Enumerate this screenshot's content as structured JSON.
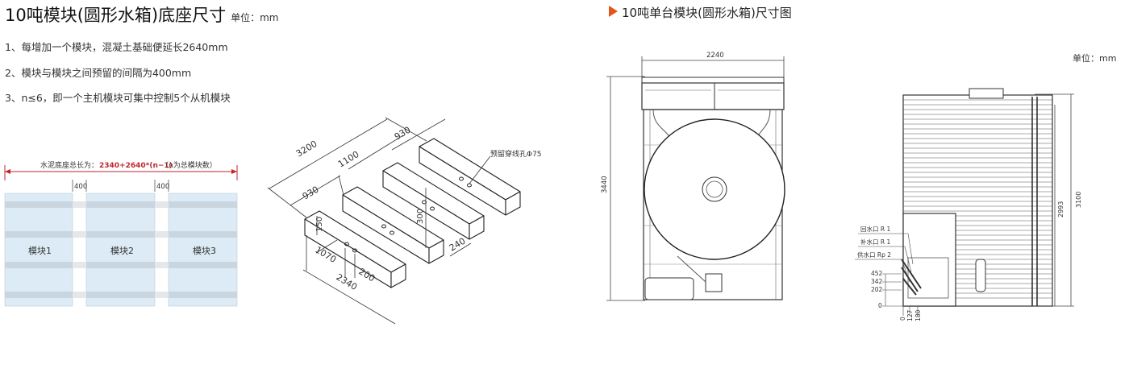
{
  "left": {
    "title": "10吨模块(圆形水箱)底座尺寸",
    "unit": "单位：mm",
    "notes": [
      "1、每增加一个模块，混凝土基础便延长2640mm",
      "2、模块与模块之间预留的间隔为400mm",
      "3、n≤6，即一个主机模块可集中控制5个从机模块"
    ],
    "foundation_label": "水泥底座总长为：",
    "foundation_formula": "2340+2640*(n−1)",
    "foundation_note": "（n为总模块数）",
    "gap_labels": [
      "400",
      "400"
    ],
    "modules": [
      "模块1",
      "模块2",
      "模块3"
    ],
    "iso_dims": {
      "d3200": "3200",
      "d930a": "930",
      "d930b": "930",
      "d1100": "1100",
      "d150": "150",
      "d300": "300",
      "d240": "240",
      "d1070": "1070",
      "d200": "200",
      "d2340": "2340",
      "hole": "预留穿线孔Φ75"
    }
  },
  "right": {
    "title": "10吨单台模块(圆形水箱)尺寸图",
    "unit": "单位：mm",
    "front": {
      "width": "2240",
      "height": "3440"
    },
    "side": {
      "h2993": "2993",
      "h3100": "3100",
      "ports": [
        "回水口 R 1",
        "补水口 R 1",
        "供水口 Rp 2"
      ],
      "v452": "452",
      "v342": "342",
      "v202": "202",
      "v0": "0",
      "b0": "0",
      "b127": "127",
      "b180": "180"
    }
  },
  "colors": {
    "accent": "#e2561b",
    "red_formula": "#c0262d",
    "module_fill": "#dcebf5",
    "band": "#c9d5df"
  }
}
